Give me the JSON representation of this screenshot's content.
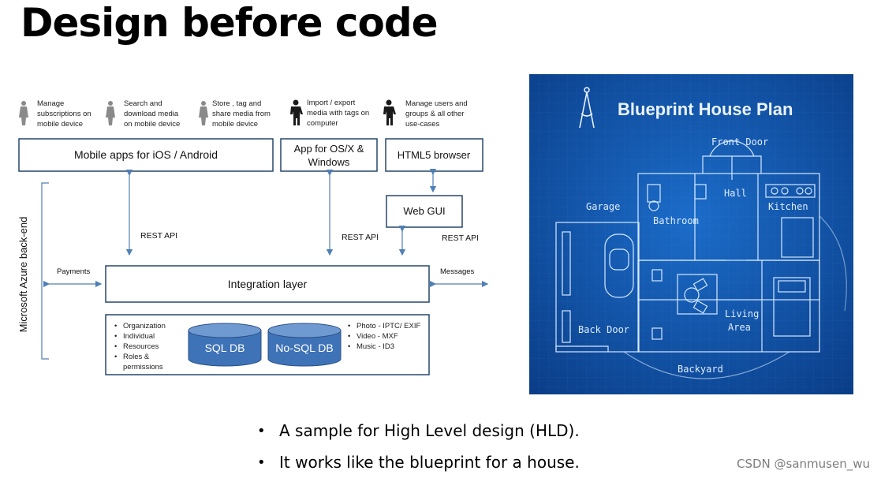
{
  "title": "Design before code",
  "arch": {
    "users": [
      {
        "icon": "user-female-icon",
        "text": [
          "Manage",
          "subscriptions on",
          "mobile device"
        ]
      },
      {
        "icon": "user-female-icon",
        "text": [
          "Search and",
          "download media",
          "on mobile device"
        ]
      },
      {
        "icon": "user-female-icon",
        "text": [
          "Store , tag and",
          "share media from",
          "mobile device"
        ]
      },
      {
        "icon": "user-male-icon",
        "text": [
          "Import / export",
          "media with tags on",
          "computer"
        ]
      },
      {
        "icon": "user-male-icon",
        "text": [
          "Manage users and",
          "groups & all other",
          "use-cases"
        ]
      }
    ],
    "mobile_apps": "Mobile apps for iOS / Android",
    "app_osx": [
      "App for OS/X &",
      "Windows"
    ],
    "html5": "HTML5 browser",
    "webgui": "Web GUI",
    "rest_api": "REST API",
    "payments": "Payments",
    "messages": "Messages",
    "integration": "Integration layer",
    "backend": "Microsoft Azure back-end",
    "left_list": [
      "Organization",
      "Individual",
      "Resources",
      "Roles &",
      "permissions"
    ],
    "sql": "SQL DB",
    "nosql": "No-SQL DB",
    "right_list": [
      "Photo - IPTC/ EXIF",
      "Video - MXF",
      "Music - ID3"
    ]
  },
  "blueprint": {
    "title": "Blueprint House Plan",
    "rooms": {
      "front_door": "Front Door",
      "hall": "Hall",
      "garage": "Garage",
      "bathroom": "Bathroom",
      "kitchen": "Kitchen",
      "back_door": "Back Door",
      "living_area": [
        "Living",
        "Area"
      ],
      "backyard": "Backyard"
    },
    "colors": {
      "bg": "#0d4ea3",
      "line": "#d6e9ff"
    }
  },
  "bullets": [
    "A sample for High Level design (HLD).",
    "It works like the blueprint for a house."
  ],
  "watermark": "CSDN @sanmusen_wu",
  "colors": {
    "box": "#27466e",
    "arrow": "#4f7fb5",
    "db_fill": "#3f73b8",
    "db_top": "#6f9ad1"
  }
}
